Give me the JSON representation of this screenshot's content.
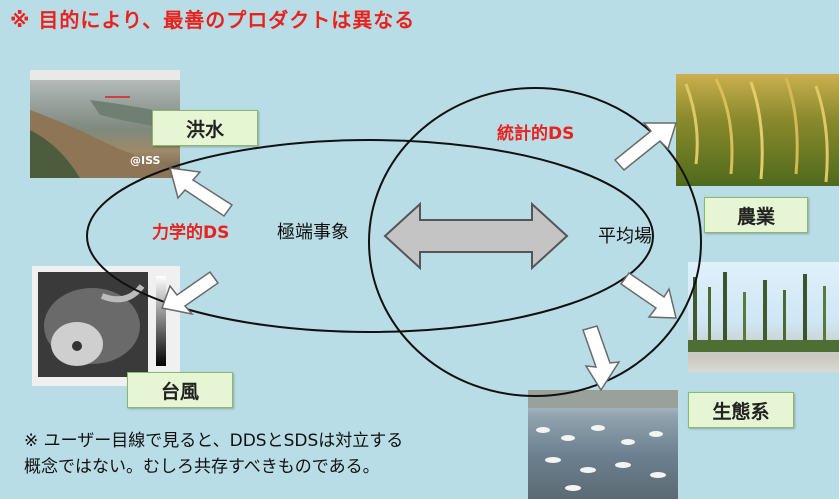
{
  "title": "※ 目的により、最善のプロダクトは異なる",
  "labels": {
    "flood": "洪水",
    "typhoon": "台風",
    "agriculture": "農業",
    "ecosystem": "生態系"
  },
  "ellipse_labels": {
    "dynamical": "力学的DS",
    "statistical": "統計的DS",
    "extreme": "極端事象",
    "mean": "平均場"
  },
  "photo_credit": "@ISS",
  "note_lines": [
    "※ ユーザー目線で見ると、DDSとSDSは対立する",
    "概念ではない。むしろ共存すべきものである。"
  ],
  "colors": {
    "background": "#b9dde6",
    "accent_red": "#e8231e",
    "label_box": "#e6f5d3"
  }
}
